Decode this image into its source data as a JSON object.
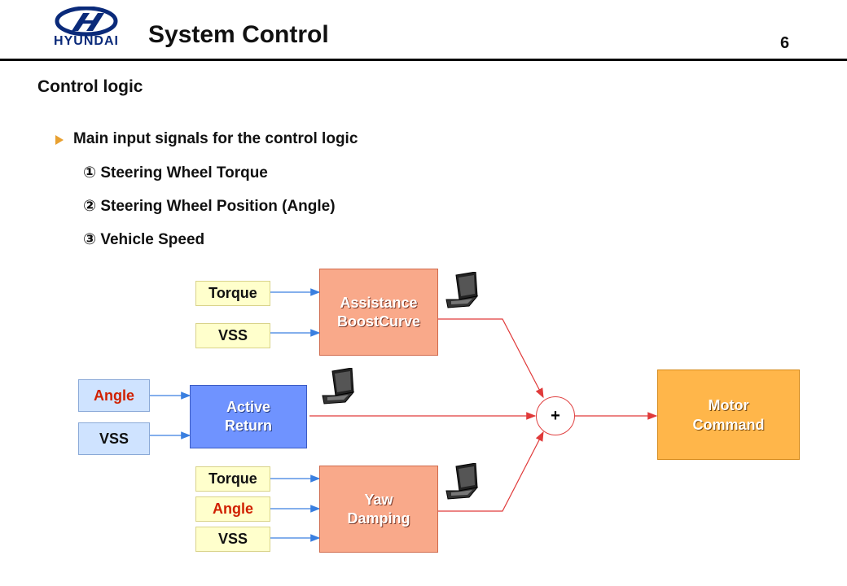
{
  "header": {
    "logo_text": "HYUNDAI",
    "title": "System Control",
    "page_number": "6"
  },
  "section_title": "Control logic",
  "bullet": "Main input signals for the control logic",
  "items": [
    "① Steering Wheel Torque",
    "② Steering Wheel Position (Angle)",
    "③ Vehicle Speed"
  ],
  "diagram": {
    "assist_inputs": [
      "Torque",
      "VSS"
    ],
    "active_inputs": [
      "Angle",
      "VSS"
    ],
    "yaw_inputs": [
      "Torque",
      "Angle",
      "VSS"
    ],
    "assist_block": [
      "Assistance",
      "BoostCurve"
    ],
    "active_block": [
      "Active",
      "Return"
    ],
    "yaw_block": [
      "Yaw",
      "Damping"
    ],
    "sum_label": "+",
    "output_block": [
      "Motor",
      "Command"
    ]
  },
  "colors": {
    "arrow_blue": "#3a7fe0",
    "arrow_red": "#e03a3a",
    "angle_text": "#d02000"
  },
  "icons": [
    "hyundai-logo",
    "laptop-icon"
  ]
}
